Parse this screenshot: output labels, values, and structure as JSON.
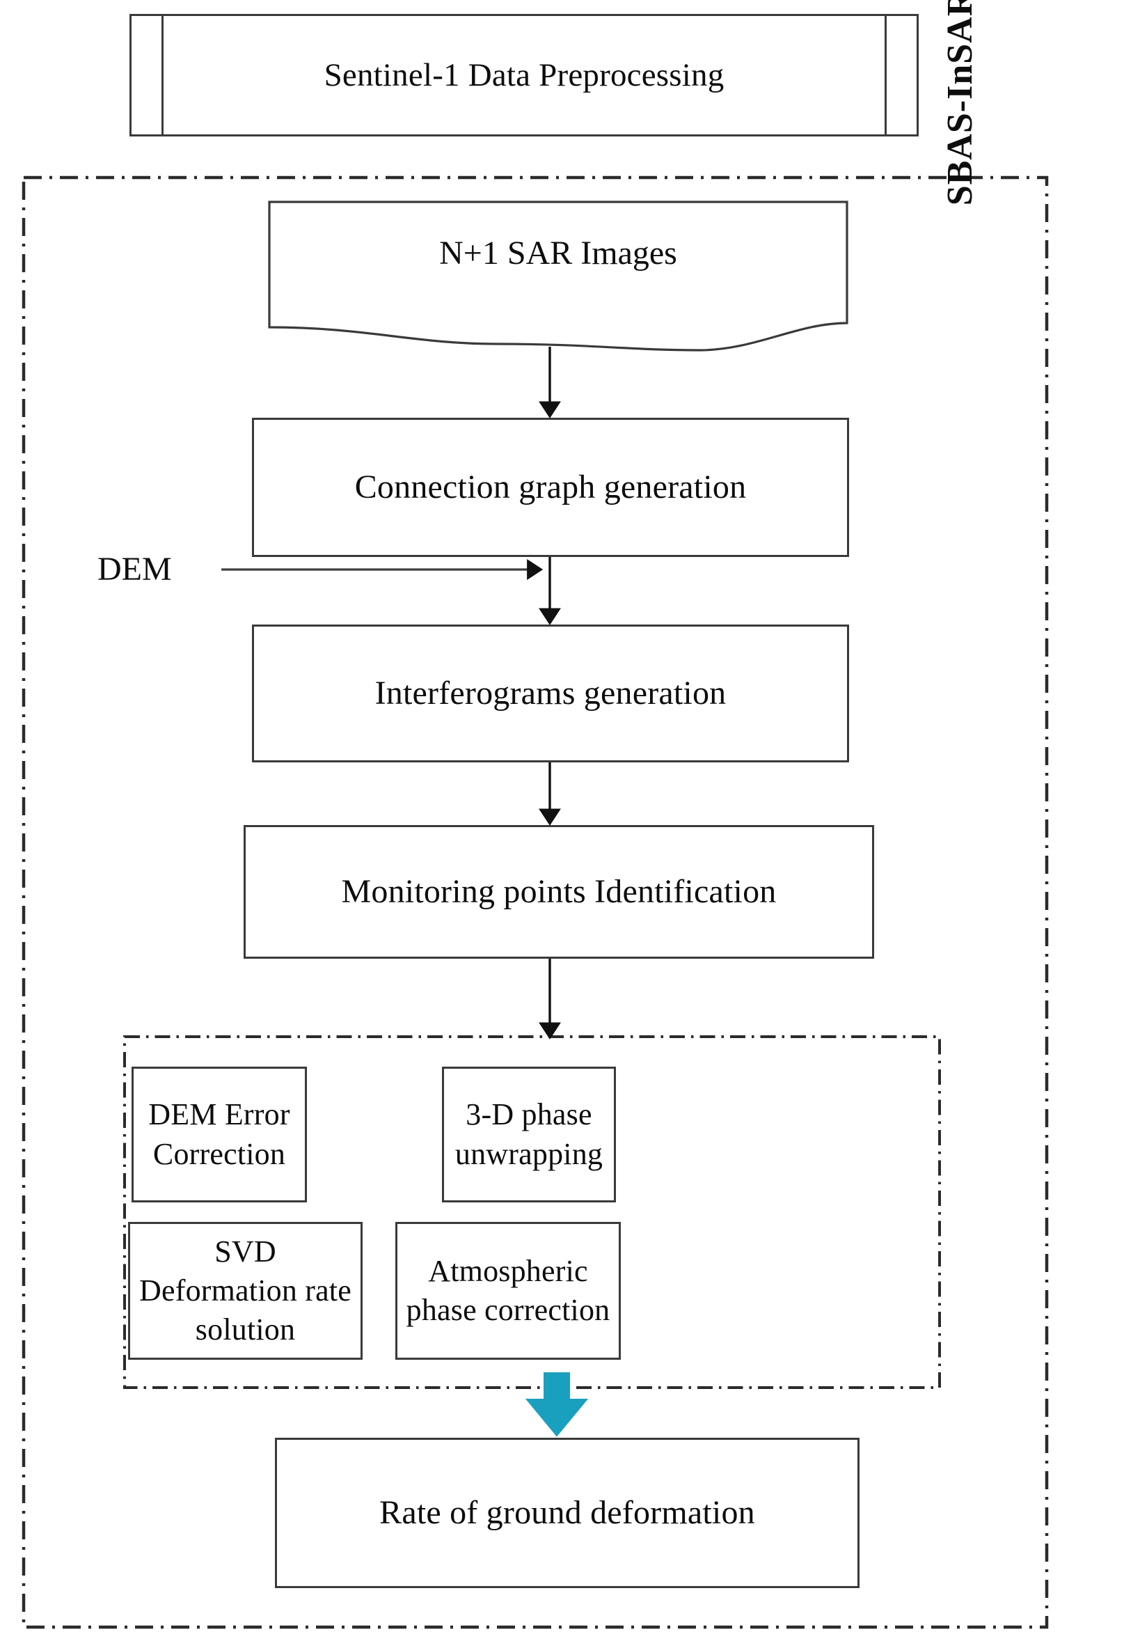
{
  "figure": {
    "title_box": {
      "label": "Sentinel-1 Data Preprocessing"
    },
    "group_label": {
      "label": "SBAS-InSAR"
    },
    "side_input": {
      "label": "DEM"
    }
  },
  "nodes": [
    {
      "id": "sar-images",
      "label": "N+1 SAR Images",
      "shape": "document"
    },
    {
      "id": "connection-graph",
      "label": "Connection graph generation",
      "shape": "rect"
    },
    {
      "id": "interferograms",
      "label": "Interferograms generation",
      "shape": "rect"
    },
    {
      "id": "monitoring",
      "label": "Monitoring points Identification",
      "shape": "rect"
    },
    {
      "id": "proc-dem-error",
      "label": "DEM Error Correction",
      "shape": "rect"
    },
    {
      "id": "proc-unwrap",
      "label": "3-D phase unwrapping",
      "shape": "rect"
    },
    {
      "id": "proc-svd",
      "label": "SVD Deformation rate solution",
      "shape": "rect"
    },
    {
      "id": "proc-atmos",
      "label": "Atmospheric phase correction",
      "shape": "rect"
    },
    {
      "id": "ground-rate",
      "label": "Rate of ground deformation",
      "shape": "rect"
    }
  ],
  "node_labels": {
    "sar_images": "N+1 SAR Images",
    "connection_graph": "Connection graph generation",
    "interferograms": "Interferograms generation",
    "monitoring_points": "Monitoring points Identification",
    "dem_error_correction": "DEM Error Correction",
    "phase_unwrapping": "3-D phase unwrapping",
    "svd_rate_solution": "SVD Deformation rate solution",
    "atmospheric_correction": "Atmospheric phase correction",
    "ground_deformation_rate": "Rate of ground deformation"
  },
  "colors": {
    "stroke": "#3a3a3a",
    "text": "#0d0d0d",
    "background": "#ffffff",
    "dashdot_border": "#2b2b2b",
    "final_arrow": "#1aa0bf"
  },
  "edges": [
    {
      "from": "sar-images",
      "to": "connection-graph",
      "style": "thin-black-arrow"
    },
    {
      "from": "dem",
      "to": "interferograms",
      "style": "thin-black-arrow"
    },
    {
      "from": "connection-graph",
      "to": "interferograms",
      "style": "thin-black-arrow"
    },
    {
      "from": "interferograms",
      "to": "monitoring",
      "style": "thin-black-arrow"
    },
    {
      "from": "monitoring",
      "to": "processing-group",
      "style": "thin-black-arrow"
    },
    {
      "from": "processing-group",
      "to": "ground-rate",
      "style": "thick-cyan-arrow"
    }
  ]
}
